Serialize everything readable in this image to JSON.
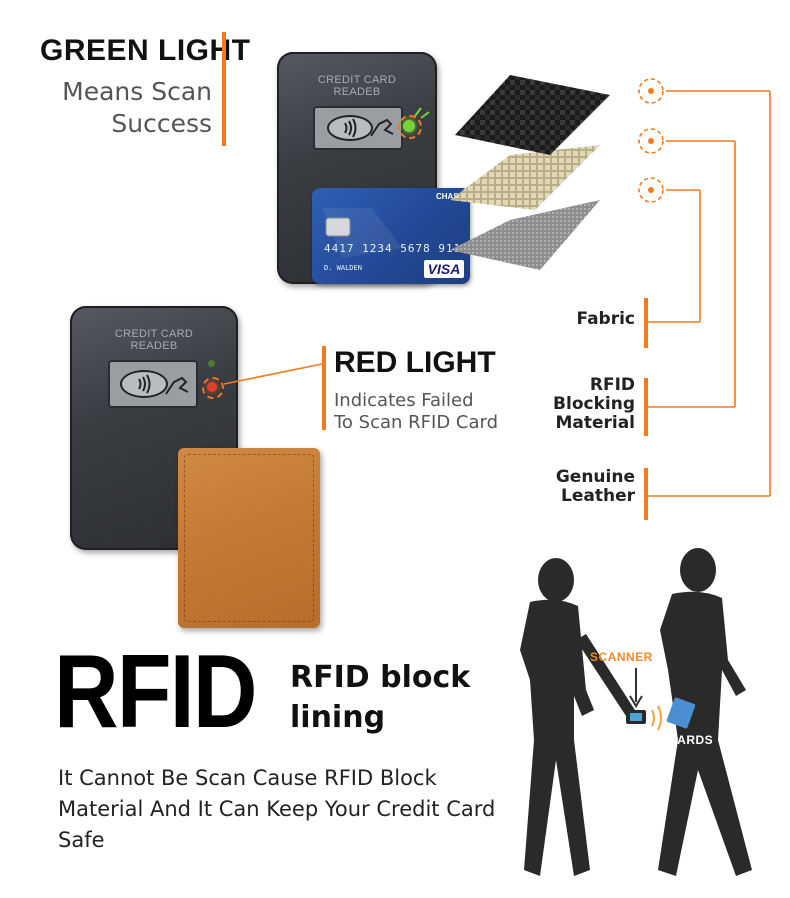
{
  "green_light": {
    "title": "GREEN LIGHT",
    "subtitle_line1": "Means Scan",
    "subtitle_line2": "Success"
  },
  "reader_top": {
    "label_line1": "CREDIT CARD",
    "label_line2": "READEB"
  },
  "credit_card": {
    "bank": "CHASE",
    "number": "4417 1234 5678 9112",
    "holder": "D. WALDEN",
    "brand": "VISA"
  },
  "reader_bottom": {
    "label_line1": "CREDIT CARD",
    "label_line2": "READEB"
  },
  "red_light": {
    "title": "RED LIGHT",
    "subtitle_line1": "Indicates Failed",
    "subtitle_line2": "To Scan RFID Card"
  },
  "materials": {
    "fabric": "Fabric",
    "rfid_line1": "RFID",
    "rfid_line2": "Blocking",
    "rfid_line3": "Material",
    "leather_line1": "Genuine",
    "leather_line2": "Leather"
  },
  "rfid": {
    "big": "RFID",
    "sub_line1": "RFID block",
    "sub_line2": "lining",
    "description": "It Cannot Be Scan Cause RFID Block Material And It Can Keep Your Credit Card Safe"
  },
  "illustration": {
    "scanner_label": "SCANNER",
    "cards_label": "CARDS"
  },
  "colors": {
    "accent": "#f47a1f",
    "green_led": "#7cd13a",
    "red_led": "#e2402b"
  }
}
